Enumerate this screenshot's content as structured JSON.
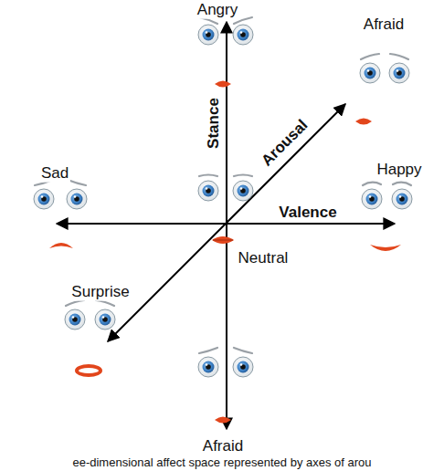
{
  "diagram": {
    "caption": "ee-dimensional affect space represented by axes of arou",
    "labels": [
      "Angry",
      "Afraid",
      "Stance",
      "Arousal",
      "Sad",
      "Happy",
      "Valence",
      "Neutral",
      "Surprise",
      "Afraid"
    ]
  }
}
